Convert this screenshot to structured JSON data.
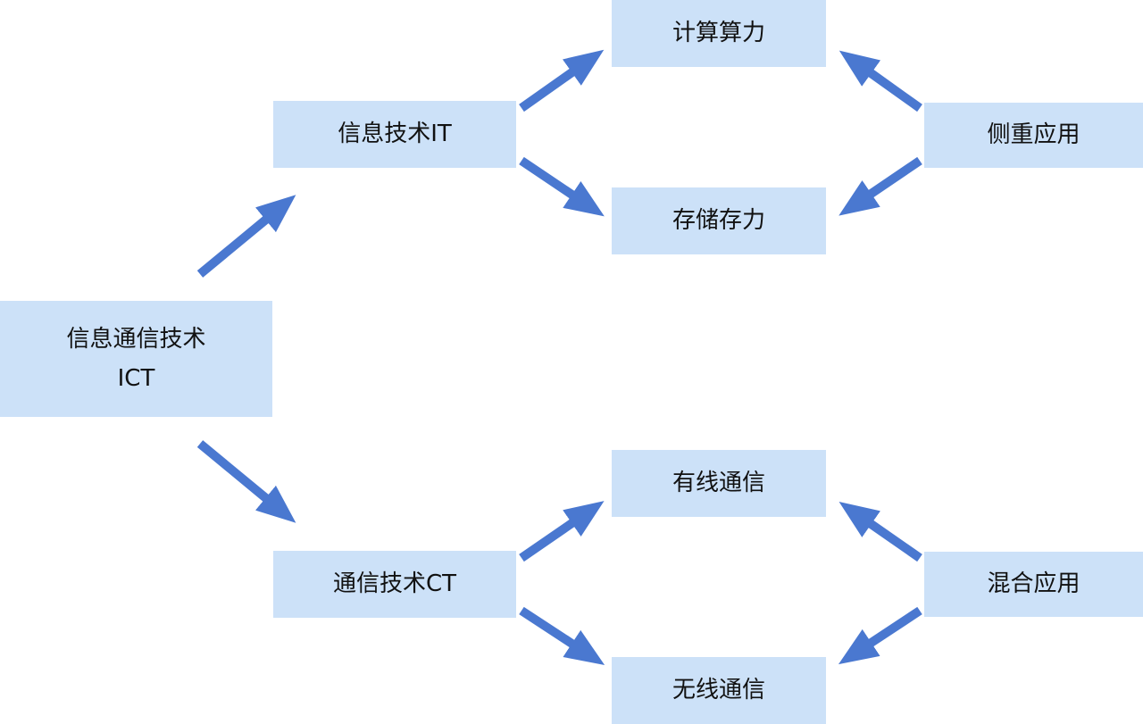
{
  "colors": {
    "box_fill": "#cce1f8",
    "arrow": "#4a78d0",
    "text": "#111111"
  },
  "nodes": {
    "ict": {
      "line1": "信息通信技术",
      "line2": "ICT"
    },
    "it": {
      "label": "信息技术IT"
    },
    "ct": {
      "label": "通信技术CT"
    },
    "compute": {
      "label": "计算算力"
    },
    "storage": {
      "label": "存储存力"
    },
    "wired": {
      "label": "有线通信"
    },
    "wireless": {
      "label": "无线通信"
    },
    "focus_app": {
      "label": "侧重应用"
    },
    "mixed_app": {
      "label": "混合应用"
    }
  }
}
